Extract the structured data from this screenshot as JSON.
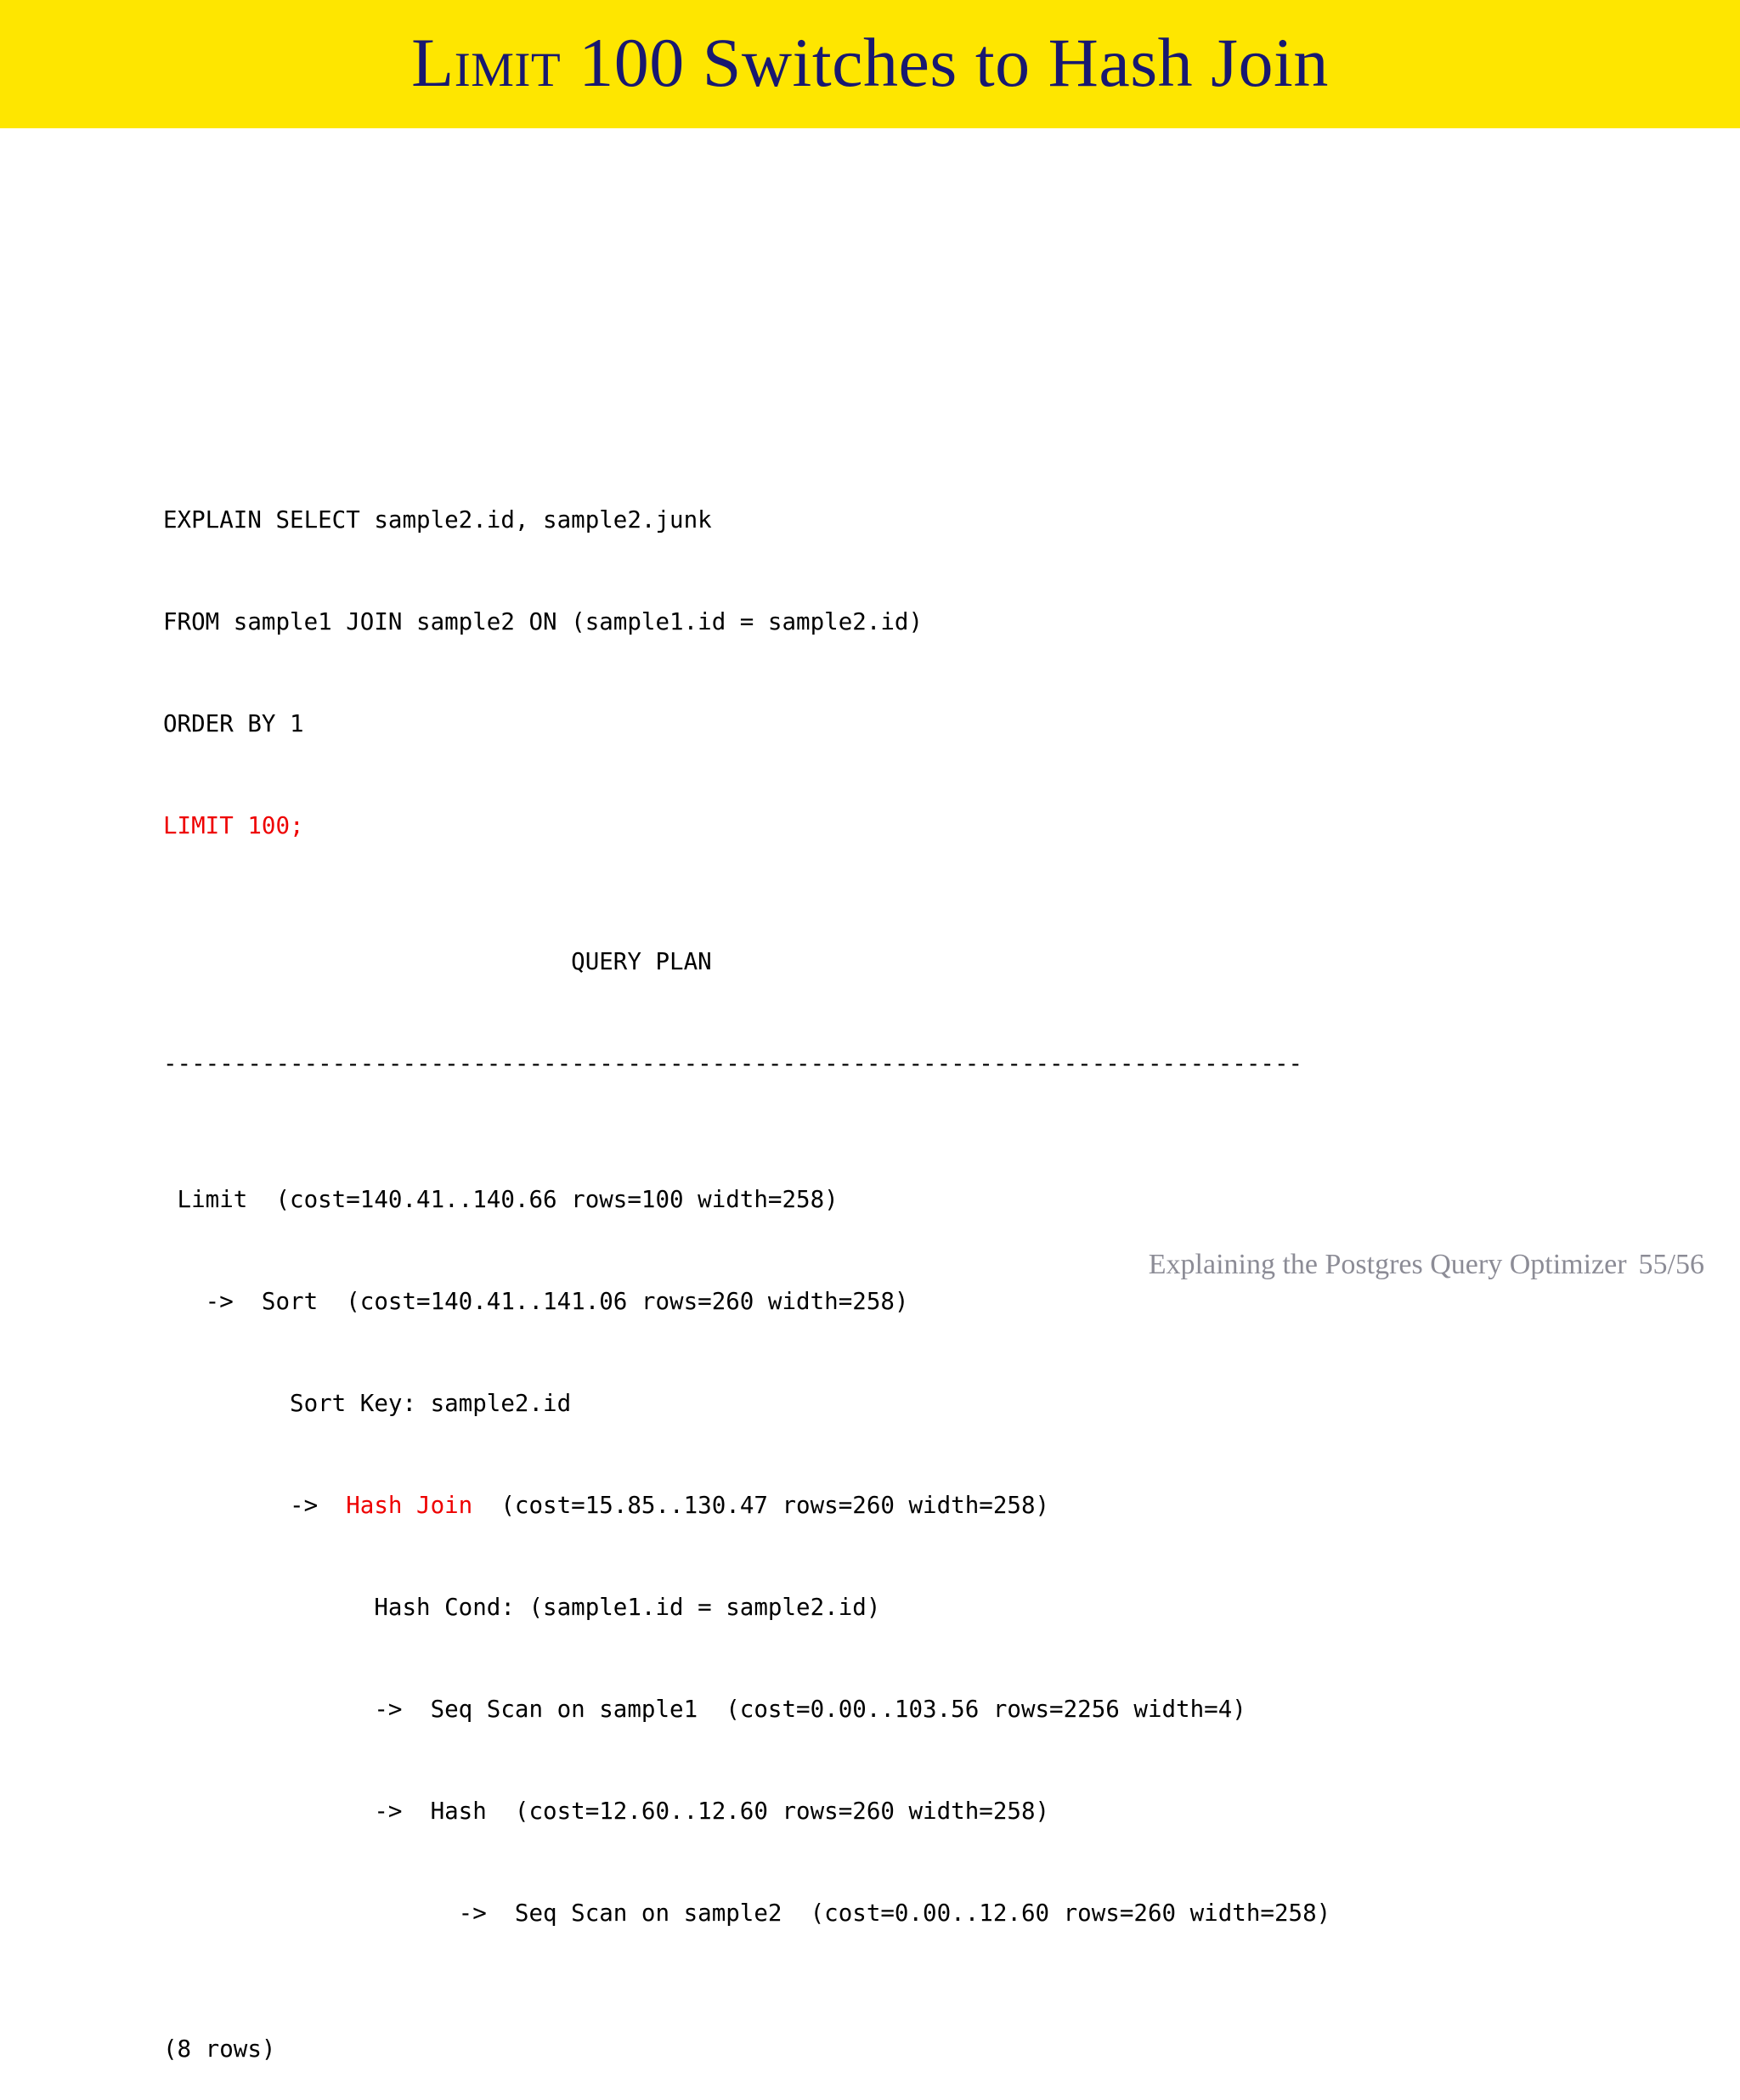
{
  "slide": {
    "title_prefix": "L",
    "title_smallcaps_rest": "IMIT",
    "title_rest": " 100 Switches to Hash Join",
    "title_full": "LIMIT 100 Switches to Hash Join",
    "banner_color": "#fee600",
    "title_color": "#181870",
    "background_color": "#ffffff"
  },
  "terminal": {
    "highlight_color": "#ee0000",
    "text_color": "#000000",
    "sql": [
      {
        "text": "EXPLAIN SELECT sample2.id, sample2.junk",
        "highlight": false
      },
      {
        "text": "FROM sample1 JOIN sample2 ON (sample1.id = sample2.id)",
        "highlight": false
      },
      {
        "text": "ORDER BY 1",
        "highlight": false
      },
      {
        "text": "LIMIT 100;",
        "highlight": true
      }
    ],
    "plan_header": "                             QUERY PLAN",
    "separator": "---------------------------------------------------------------------------------",
    "plan_lines": [
      {
        "pre": " Limit  (cost=140.41..140.66 rows=100 width=258)",
        "hl": "",
        "post": ""
      },
      {
        "pre": "   ->  Sort  (cost=140.41..141.06 rows=260 width=258)",
        "hl": "",
        "post": ""
      },
      {
        "pre": "         Sort Key: sample2.id",
        "hl": "",
        "post": ""
      },
      {
        "pre": "         ->  ",
        "hl": "Hash Join",
        "post": "  (cost=15.85..130.47 rows=260 width=258)"
      },
      {
        "pre": "               Hash Cond: (sample1.id = sample2.id)",
        "hl": "",
        "post": ""
      },
      {
        "pre": "               ->  Seq Scan on sample1  (cost=0.00..103.56 rows=2256 width=4)",
        "hl": "",
        "post": ""
      },
      {
        "pre": "               ->  Hash  (cost=12.60..12.60 rows=260 width=258)",
        "hl": "",
        "post": ""
      },
      {
        "pre": "                     ->  Seq Scan on sample2  (cost=0.00..12.60 rows=260 width=258)",
        "hl": "",
        "post": ""
      }
    ],
    "row_count": "(8 rows)"
  },
  "footer": {
    "deck_title": "Explaining the Postgres Query Optimizer",
    "page": "55/56"
  }
}
